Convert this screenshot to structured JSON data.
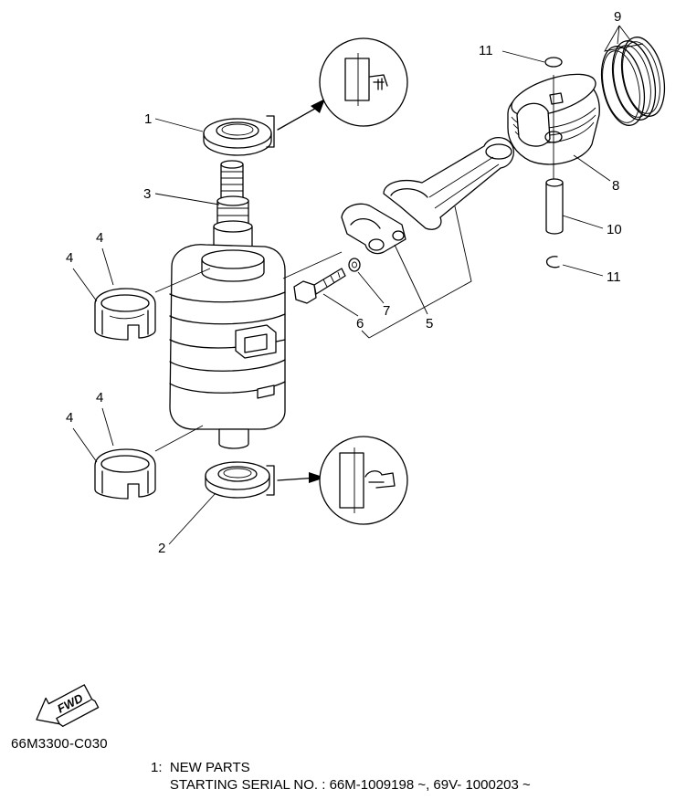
{
  "diagram": {
    "callouts": [
      {
        "id": "1",
        "label": "1"
      },
      {
        "id": "2",
        "label": "2"
      },
      {
        "id": "3",
        "label": "3"
      },
      {
        "id": "4",
        "label": "4"
      },
      {
        "id": "5",
        "label": "5"
      },
      {
        "id": "6",
        "label": "6"
      },
      {
        "id": "7",
        "label": "7"
      },
      {
        "id": "8",
        "label": "8"
      },
      {
        "id": "9",
        "label": "9"
      },
      {
        "id": "10",
        "label": "10"
      },
      {
        "id": "11",
        "label": "11"
      }
    ],
    "fwd_label": "FWD",
    "drawing_code": "66M3300-C030",
    "notes": {
      "line1": "1:  NEW PARTS",
      "line2": "     STARTING SERIAL NO. : 66M-1009198 ~, 69V- 1000203 ~"
    }
  }
}
